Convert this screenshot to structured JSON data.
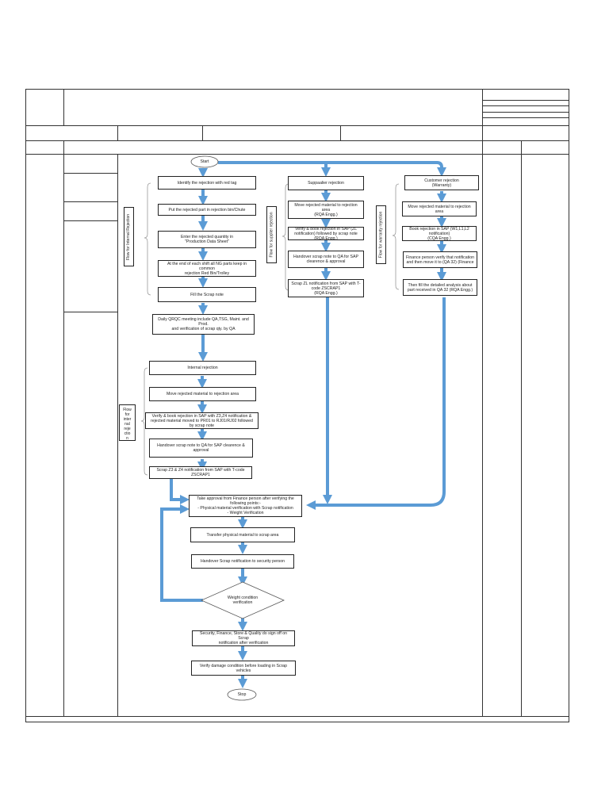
{
  "colors": {
    "arrow": "#5b9bd5",
    "line": "#333333"
  },
  "flow": {
    "start": "Start",
    "stop": "Stop",
    "internal_branch": {
      "label": "Flow for Internal Rejection",
      "steps": [
        "Identify the rejection with red tag",
        "Put the rejected part in rejection bin/Chute",
        "Enter the rejected quantity in\n\"Production Data Sheet\"",
        "At the end of each shift all NG parts keep in common\nrejection Red Bin/Trolley",
        "Fill the Scrap note"
      ]
    },
    "supplier_branch": {
      "label": "Flow for supplier rejection",
      "steps": [
        "Suppaalier rejection",
        "Move rejected material to rejection\narea\n(RQA Engg.)",
        "Verify & book rejection in SAP (ZL\nnotification) followed by scrap note\n(RQA Engg.)",
        "Handover scrap note to QA for SAP\nclearence & approval",
        "Scrap ZL notification from SAP with T-\ncode ZSCRAP1\n(RQA Engg.)"
      ]
    },
    "warranty_branch": {
      "label": "Flow for warranty rejection",
      "steps": [
        "Customer rejection\n(Warranty)",
        "Move rejected material to rejection\narea",
        "Book rejection in SAP (W1,L1,L2\nnotification)\n(CQA Engg.)",
        "Finance person verify that notification\nand then move it to (QA 32) (Finance",
        "Then fill the detailed analysis about\npart received in QA 32 (RQA Engg.)"
      ]
    },
    "daily_meeting": "Daily QRQC meeting include QA,TSG, Maint. and Prod.\nand verification of scrap qty. by QA",
    "internal_rejection": {
      "label": "Flow\nfor\ninter\nnal\nreje\nctio\nn",
      "steps": [
        "Internal rejection",
        "Move rejected material to rejection area",
        "Verify & book rejection in SAP with Z3,Z4 notification &\nrejected material moved to PR01 to RJ01/RJ02 followed\nby scrap note",
        "Handover scrap note to QA for SAP clearence &\napproval",
        "Scrap Z3 & Z4 notification from SAP with T-code\nZSCRAP1"
      ]
    },
    "final_steps": [
      "Take approval from Finance person after verifying the\nfollowing points:-\n- Physical material verification with Scrap notification\n- Weight Verification",
      "Transfer physical material to scrap area",
      "Handover Scrap notification to security person"
    ],
    "decision": "Weight condition\nverification",
    "closing_steps": [
      "Security, Finance, Store & Quality do sign off on Scrap\nnotification after verification",
      "Verify damage condition before loading in Scrap\nvehicles"
    ]
  }
}
